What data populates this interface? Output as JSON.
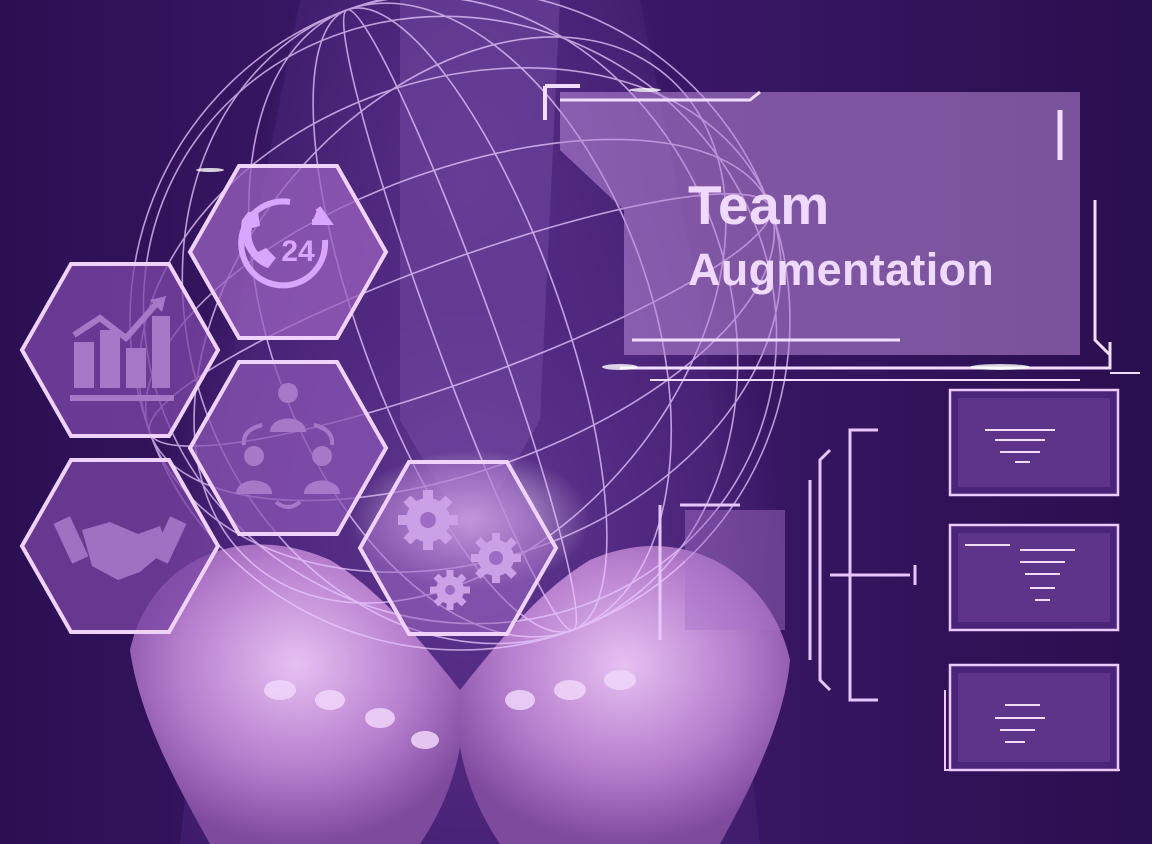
{
  "headline": {
    "line1": "Team",
    "line2": "Augmentation"
  },
  "hex_icons": [
    {
      "name": "support-24-icon",
      "label": "24"
    },
    {
      "name": "growth-chart-icon"
    },
    {
      "name": "team-cycle-icon"
    },
    {
      "name": "handshake-icon"
    },
    {
      "name": "gears-icon"
    }
  ],
  "colors": {
    "background": "#2a0f4f",
    "accent": "#d9a6ff",
    "text": "#efd9ff"
  }
}
